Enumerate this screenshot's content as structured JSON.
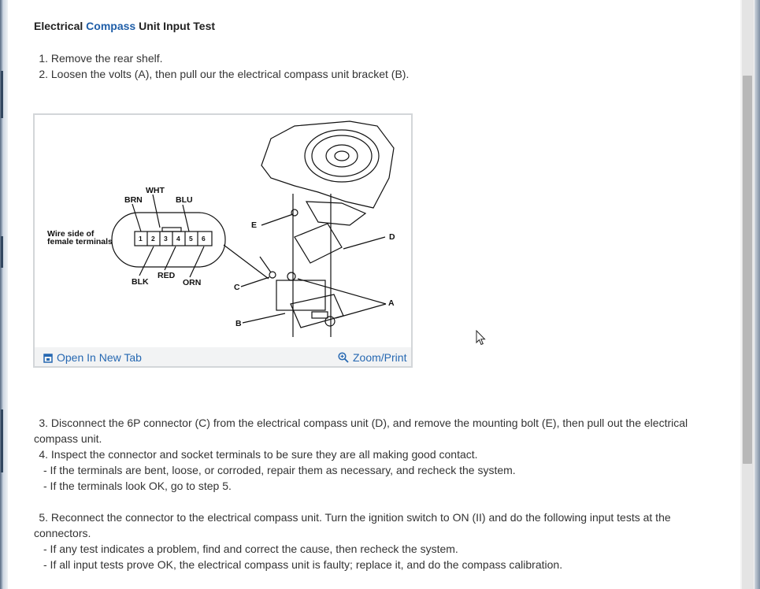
{
  "article": {
    "title_pre": "Electrical ",
    "title_highlight": "Compass",
    "title_post": " Unit Input Test",
    "steps_a": [
      {
        "num": "1.",
        "text": "Remove the rear shelf."
      },
      {
        "num": "2.",
        "text": "Loosen the volts (A), then pull our the electrical compass unit bracket (B)."
      }
    ],
    "step3_num": "3.",
    "step3_line1": "Disconnect the 6P connector (C) from the electrical compass unit (D), and remove the mounting bolt (E), then pull out the electrical",
    "step3_line2": "compass unit.",
    "step4_num": "4.",
    "step4_text": "Inspect the connector and socket terminals to be sure they are all making good contact.",
    "step4_subs": [
      "- If the terminals are bent, loose, or corroded, repair them as necessary, and recheck the system.",
      "- If the terminals look OK, go to step 5."
    ],
    "step5_num": "5.",
    "step5_line1": "Reconnect the connector to the electrical compass unit. Turn the ignition switch to ON (II) and do the following input tests at the",
    "step5_line2": "connectors.",
    "step5_subs": [
      "- If any test indicates a problem, find and correct the cause, then recheck the system.",
      "- If all input tests prove OK, the electrical compass unit is faulty; replace it, and do the compass calibration."
    ]
  },
  "figure": {
    "open_tab_label": "Open In New Tab",
    "zoom_label": "Zoom/Print",
    "open_tab_icon": "open-new-tab-icon",
    "zoom_icon": "magnifier-plus-icon",
    "diagram": {
      "wire_side_line1": "Wire side of",
      "wire_side_line2": "female terminals",
      "wire_top": [
        "BRN",
        "WHT",
        "BLU"
      ],
      "wire_bottom": [
        "BLK",
        "RED",
        "ORN"
      ],
      "pins": [
        "1",
        "2",
        "3",
        "4",
        "5",
        "6"
      ],
      "callouts": [
        "E",
        "D",
        "C",
        "A",
        "B"
      ]
    }
  },
  "colors": {
    "link": "#2668b2",
    "title_highlight": "#1f5ea8"
  }
}
